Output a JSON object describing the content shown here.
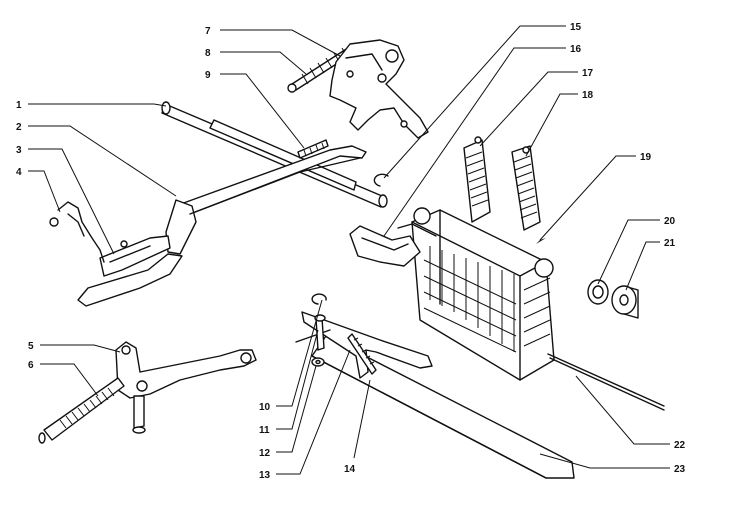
{
  "callouts": [
    {
      "num": "1"
    },
    {
      "num": "2"
    },
    {
      "num": "3"
    },
    {
      "num": "4"
    },
    {
      "num": "5"
    },
    {
      "num": "6"
    },
    {
      "num": "7"
    },
    {
      "num": "8"
    },
    {
      "num": "9"
    },
    {
      "num": "10"
    },
    {
      "num": "11"
    },
    {
      "num": "12"
    },
    {
      "num": "13"
    },
    {
      "num": "14"
    },
    {
      "num": "15"
    },
    {
      "num": "16"
    },
    {
      "num": "17"
    },
    {
      "num": "18"
    },
    {
      "num": "19"
    },
    {
      "num": "20"
    },
    {
      "num": "21"
    },
    {
      "num": "22"
    },
    {
      "num": "23"
    }
  ]
}
